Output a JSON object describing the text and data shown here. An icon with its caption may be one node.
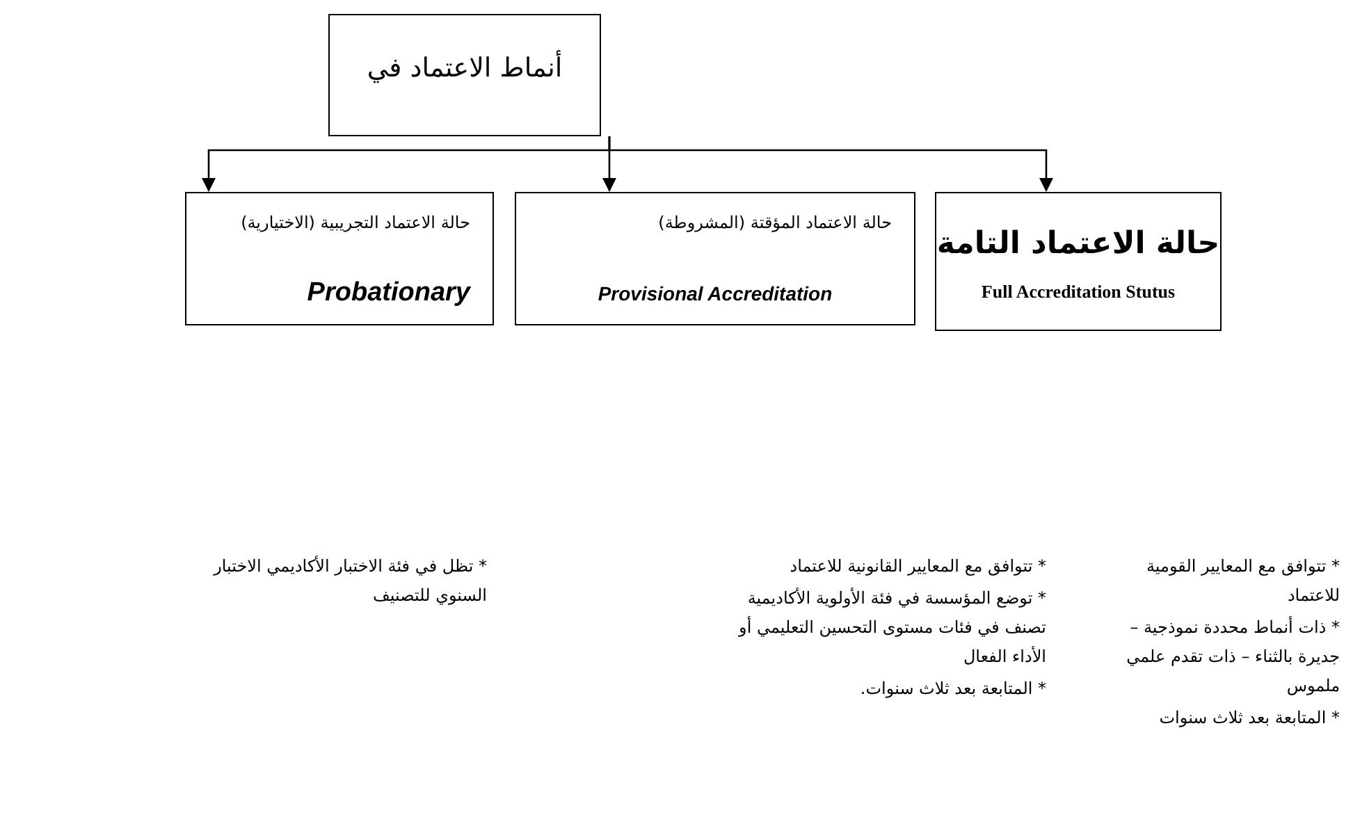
{
  "diagram": {
    "nodes": [
      {
        "text": [
          "أنماط الاعتماد في"
        ]
      },
      {
        "text": [
          "حالة الاعتماد التامة",
          "Full Accreditation Stutus"
        ],
        "beside": [
          "* تتوافق مع المعايير القومية للاعتماد",
          "* ذات أنماط محددة نموذجية – جديرة بالثناء – ذات تقدم علمي ملموس",
          "* المتابعة بعد ثلاث سنوات"
        ]
      },
      {
        "text": [
          "حالة الاعتماد المؤقتة (المشروطة)",
          "Provisional Accreditation"
        ],
        "beside": [
          "* تتوافق مع المعايير القانونية للاعتماد",
          "* توضع المؤسسة في فئة الأولوية الأكاديمية تصنف في فئات مستوى التحسين التعليمي أو الأداء الفعال",
          "* المتابعة بعد ثلاث سنوات."
        ]
      },
      {
        "text": [
          "حالة الاعتماد التجريبية (الاختيارية)",
          "Probationary"
        ]
      }
    ],
    "labels": [
      "* تظل في فئة الاختبار الأكاديمي الاختبار السنوي للتصنيف"
    ],
    "edges": [
      {
        "from": 0,
        "to": 1,
        "arrow": "to"
      },
      {
        "from": 0,
        "to": 2,
        "arrow": "to"
      },
      {
        "from": 0,
        "to": 3,
        "arrow": "to"
      }
    ]
  }
}
